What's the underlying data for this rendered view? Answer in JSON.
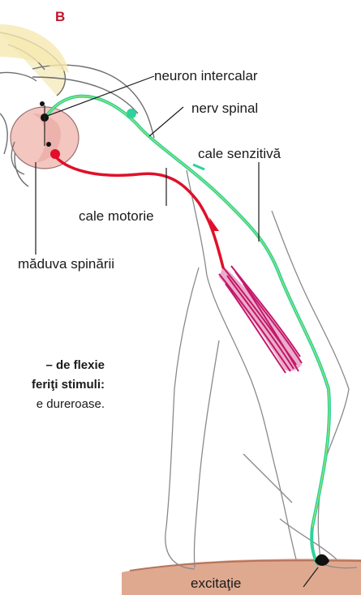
{
  "panel_letter": "B",
  "labels": {
    "interneuron": "neuron intercalar",
    "spinal_nerve": "nerv spinal",
    "sensory_path": "cale senzitivă",
    "motor_path": "cale motorie",
    "spinal_cord": "măduva spinării",
    "stimulus": "excitaţie"
  },
  "caption": {
    "line1": "– de flexie",
    "line2": "feriţi stimuli:",
    "line3": "e dureroase."
  },
  "colors": {
    "sensory": "#2fd29a",
    "motor": "#e0102a",
    "muscle": "#c4186b",
    "cord": "#f3c6c0",
    "ground": "#d99a7c",
    "outline": "#6e6e6e",
    "panel_letter": "#c0172a"
  }
}
